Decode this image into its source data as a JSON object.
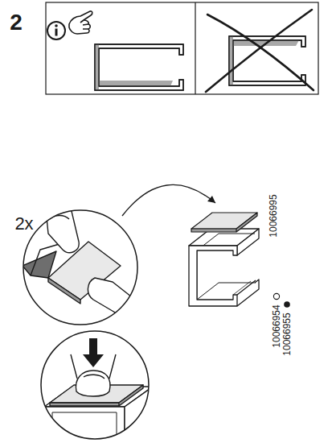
{
  "diagram": {
    "labels": [
      "2",
      "2x",
      "10066995",
      "10066954",
      "10066955"
    ]
  }
}
